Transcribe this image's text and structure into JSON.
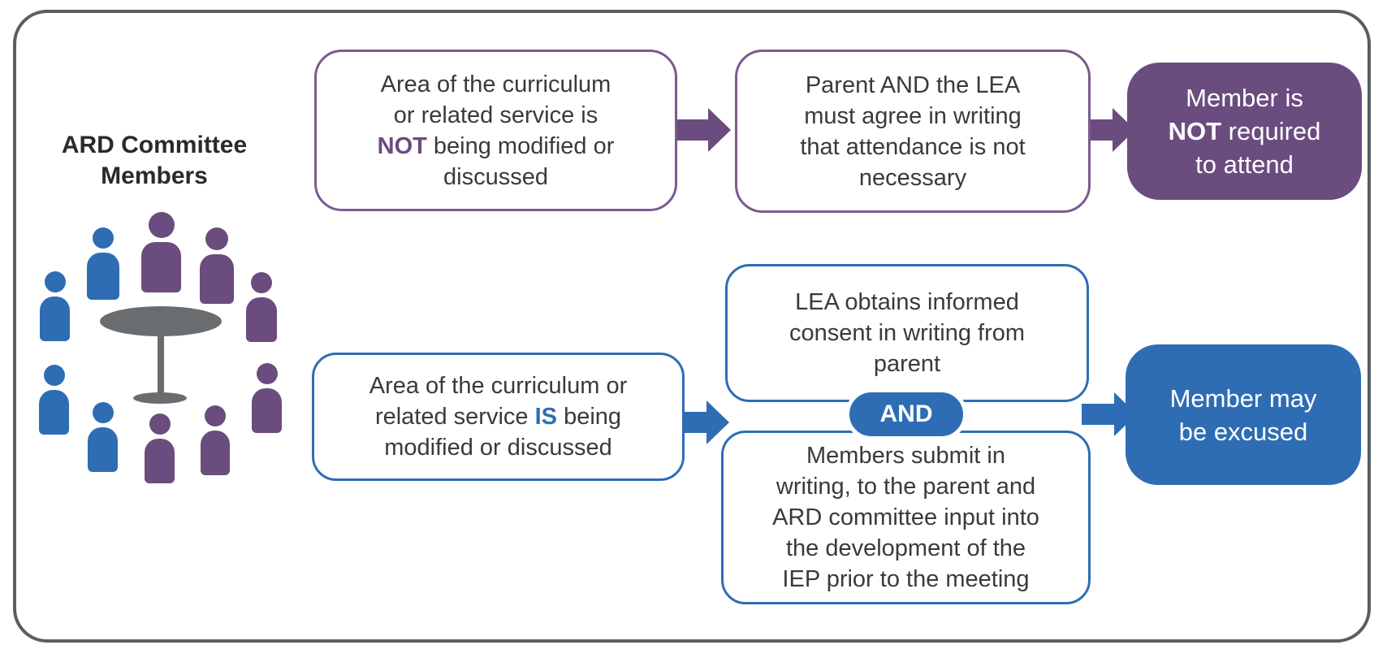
{
  "colors": {
    "purple": "#6a4c7e",
    "purple_border": "#7a5b8f",
    "blue": "#2e6db4",
    "gray_table": "#6a6d70",
    "frame": "#585e63",
    "text": "#3a3a3a",
    "title_text": "#2a2a2a",
    "white": "#ffffff"
  },
  "title": {
    "line1": "ARD Committee",
    "line2": "Members"
  },
  "graphic": {
    "blue_members": 4,
    "purple_members": 6
  },
  "flow_not": {
    "box1": {
      "l1": "Area of the curriculum",
      "l2": "or related service is",
      "l3_em": "NOT",
      "l3_post": " being modified or",
      "l4": "discussed"
    },
    "box2": {
      "l1": "Parent AND the LEA",
      "l2": "must agree in writing",
      "l3": "that attendance is not",
      "l4": "necessary"
    },
    "result": {
      "l1": "Member is",
      "l2_em": "NOT",
      "l2_post": " required",
      "l3": "to attend"
    }
  },
  "flow_is": {
    "box1": {
      "l1": "Area of the curriculum or",
      "l2_pre": "related service ",
      "l2_em": "IS",
      "l2_post": " being",
      "l3": "modified or discussed"
    },
    "boxA": {
      "l1": "LEA obtains informed",
      "l2": "consent in writing from",
      "l3": "parent"
    },
    "connector": "AND",
    "boxB": {
      "l1": "Members submit in",
      "l2": "writing, to the parent and",
      "l3": "ARD committee input into",
      "l4": "the development of the",
      "l5": "IEP prior to the meeting"
    },
    "result": {
      "l1": "Member may",
      "l2": "be excused"
    }
  }
}
